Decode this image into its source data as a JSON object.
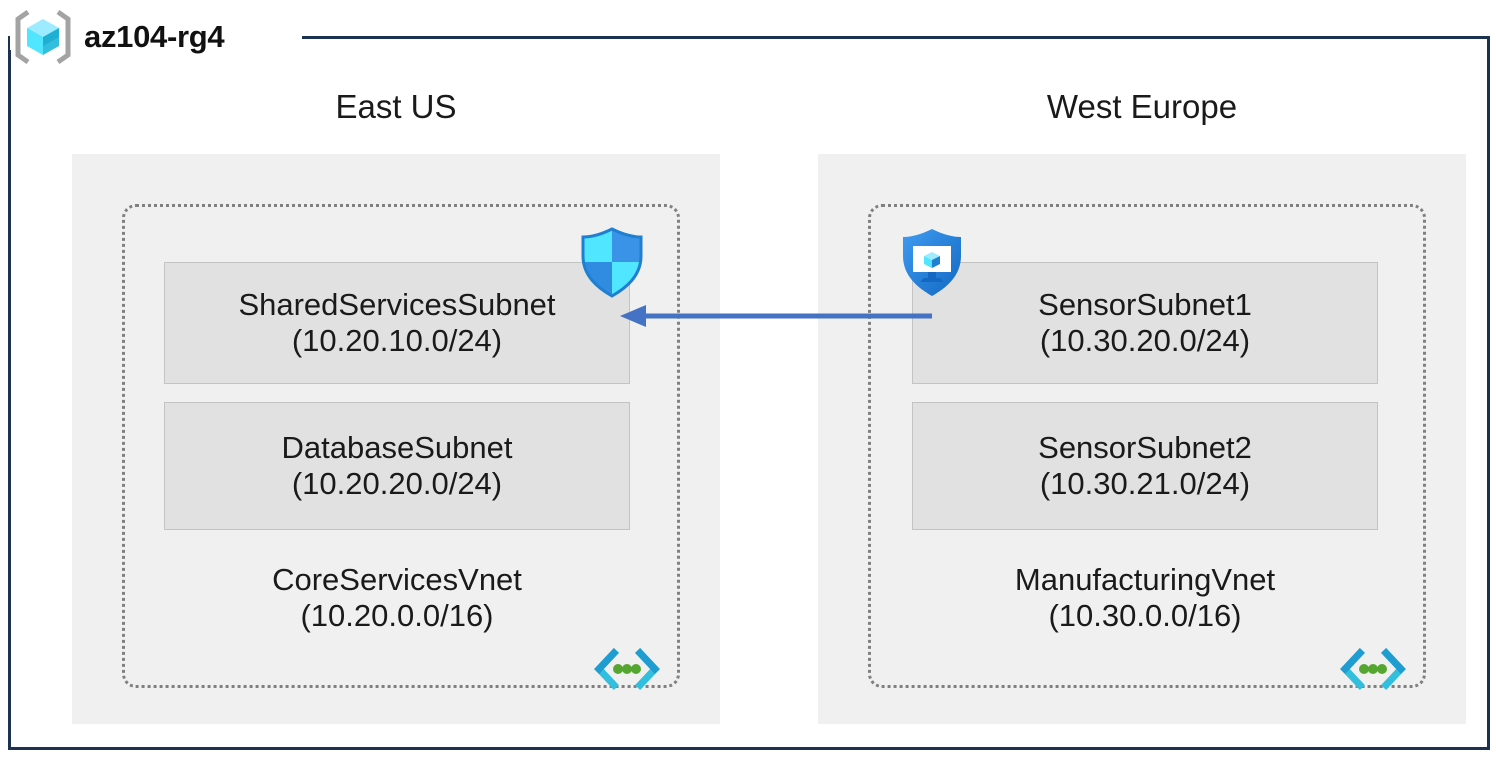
{
  "resource_group": {
    "name": "az104-rg4",
    "icon": "resource-group-cube-icon",
    "border_color": "#1b3350"
  },
  "palette": {
    "region_fill": "#f0f0f0",
    "vnet_border": "#808080",
    "subnet_fill": "#e1e1e1",
    "subnet_border": "#c3c3c3",
    "arrow_color": "#4472c4",
    "rg_border": "#1b3350",
    "icon_cyan": "#50e6ff",
    "icon_blue": "#0078d4"
  },
  "regions": [
    {
      "label": "East US",
      "vnet": {
        "name": "CoreServicesVnet",
        "cidr": "(10.20.0.0/16)",
        "icon": "virtual-network-icon",
        "subnets": [
          {
            "name": "SharedServicesSubnet",
            "cidr": "(10.20.10.0/24)",
            "icon": "network-security-group-shield-icon"
          },
          {
            "name": "DatabaseSubnet",
            "cidr": "(10.20.20.0/24)",
            "icon": null
          }
        ]
      }
    },
    {
      "label": "West Europe",
      "vnet": {
        "name": "ManufacturingVnet",
        "cidr": "(10.30.0.0/16)",
        "icon": "virtual-network-icon",
        "subnets": [
          {
            "name": "SensorSubnet1",
            "cidr": "(10.30.20.0/24)",
            "icon": "application-security-group-shield-icon"
          },
          {
            "name": "SensorSubnet2",
            "cidr": "(10.30.21.0/24)",
            "icon": null
          }
        ]
      }
    }
  ],
  "connection": {
    "name": "vnet-peering-arrow",
    "direction": "right-to-left",
    "from": "SensorSubnet1",
    "to": "SharedServicesSubnet",
    "label": ""
  }
}
